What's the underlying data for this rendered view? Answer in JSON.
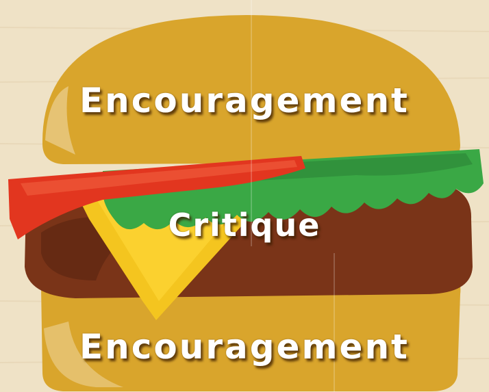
{
  "labels": {
    "top": "Encouragement",
    "middle": "Critique",
    "bottom": "Encouragement"
  },
  "colors": {
    "background": "#efe2c6",
    "bun": "#d9a52c",
    "bun_highlight": "#e7c77c",
    "lettuce": "#3aa845",
    "tomato": "#e2361f",
    "cheese": "#f4c51f",
    "patty": "#7a3418"
  }
}
